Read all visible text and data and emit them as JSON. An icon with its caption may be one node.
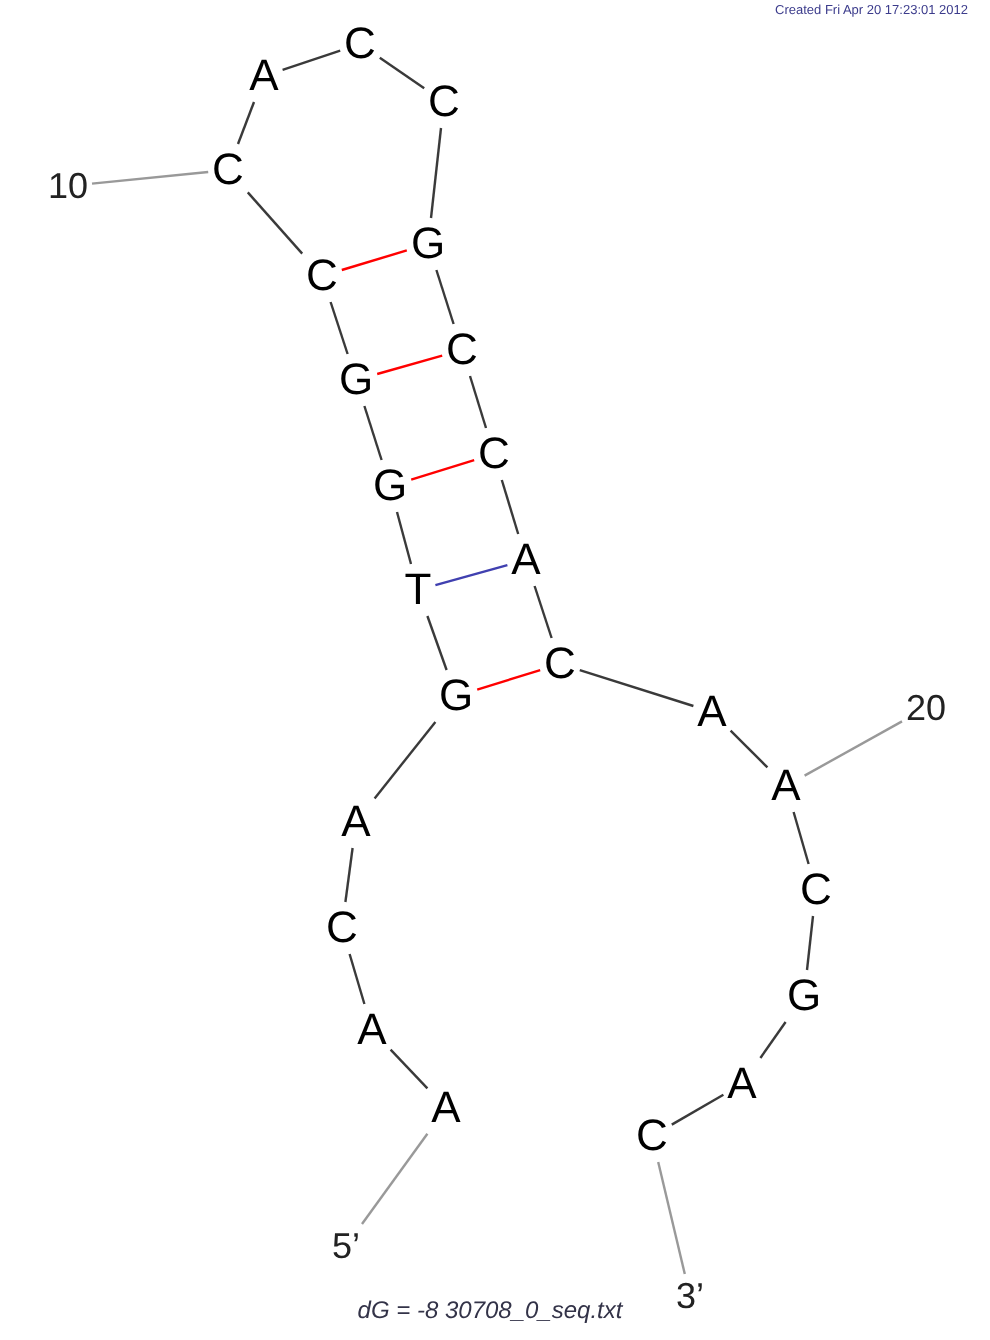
{
  "diagram": {
    "caption": "dG = -8 30708_0_seq.txt",
    "nodes": [
      {
        "text": [
          "A"
        ]
      },
      {
        "text": [
          "A"
        ]
      },
      {
        "text": [
          "C"
        ]
      },
      {
        "text": [
          "A"
        ]
      },
      {
        "text": [
          "G"
        ]
      },
      {
        "text": [
          "T"
        ]
      },
      {
        "text": [
          "G"
        ]
      },
      {
        "text": [
          "G"
        ]
      },
      {
        "text": [
          "C"
        ]
      },
      {
        "text": [
          "C"
        ]
      },
      {
        "text": [
          "A"
        ]
      },
      {
        "text": [
          "C"
        ]
      },
      {
        "text": [
          "C"
        ]
      },
      {
        "text": [
          "G"
        ]
      },
      {
        "text": [
          "C"
        ]
      },
      {
        "text": [
          "C"
        ]
      },
      {
        "text": [
          "A"
        ]
      },
      {
        "text": [
          "C"
        ]
      },
      {
        "text": [
          "A"
        ]
      },
      {
        "text": [
          "A"
        ]
      },
      {
        "text": [
          "C"
        ]
      },
      {
        "text": [
          "G"
        ]
      },
      {
        "text": [
          "A"
        ]
      },
      {
        "text": [
          "C"
        ]
      },
      {
        "text": [
          "10"
        ]
      },
      {
        "text": [
          "20"
        ]
      },
      {
        "text": [
          "5’"
        ]
      },
      {
        "text": [
          "3’"
        ]
      }
    ],
    "edges": [
      {
        "from": 0,
        "to": 1,
        "arrow": "none"
      },
      {
        "from": 1,
        "to": 2,
        "arrow": "none"
      },
      {
        "from": 2,
        "to": 3,
        "arrow": "none"
      },
      {
        "from": 3,
        "to": 4,
        "arrow": "none"
      },
      {
        "from": 4,
        "to": 5,
        "arrow": "none"
      },
      {
        "from": 5,
        "to": 6,
        "arrow": "none"
      },
      {
        "from": 6,
        "to": 7,
        "arrow": "none"
      },
      {
        "from": 7,
        "to": 8,
        "arrow": "none"
      },
      {
        "from": 8,
        "to": 9,
        "arrow": "none"
      },
      {
        "from": 9,
        "to": 10,
        "arrow": "none"
      },
      {
        "from": 10,
        "to": 11,
        "arrow": "none"
      },
      {
        "from": 11,
        "to": 12,
        "arrow": "none"
      },
      {
        "from": 12,
        "to": 13,
        "arrow": "none"
      },
      {
        "from": 13,
        "to": 14,
        "arrow": "none"
      },
      {
        "from": 14,
        "to": 15,
        "arrow": "none"
      },
      {
        "from": 15,
        "to": 16,
        "arrow": "none"
      },
      {
        "from": 16,
        "to": 17,
        "arrow": "none"
      },
      {
        "from": 17,
        "to": 18,
        "arrow": "none"
      },
      {
        "from": 18,
        "to": 19,
        "arrow": "none"
      },
      {
        "from": 19,
        "to": 20,
        "arrow": "none"
      },
      {
        "from": 20,
        "to": 21,
        "arrow": "none"
      },
      {
        "from": 21,
        "to": 22,
        "arrow": "none"
      },
      {
        "from": 22,
        "to": 23,
        "arrow": "none"
      },
      {
        "from": 8,
        "to": 13,
        "arrow": "none",
        "color": "#ff0000"
      },
      {
        "from": 7,
        "to": 14,
        "arrow": "none",
        "color": "#ff0000"
      },
      {
        "from": 6,
        "to": 15,
        "arrow": "none",
        "color": "#ff0000"
      },
      {
        "from": 5,
        "to": 16,
        "arrow": "none",
        "color": "#4040b0"
      },
      {
        "from": 4,
        "to": 17,
        "arrow": "none",
        "color": "#ff0000"
      },
      {
        "from": 24,
        "to": 9,
        "arrow": "none",
        "color": "#999999"
      },
      {
        "from": 25,
        "to": 19,
        "arrow": "none",
        "color": "#999999"
      },
      {
        "from": 26,
        "to": 0,
        "arrow": "none",
        "color": "#999999"
      },
      {
        "from": 27,
        "to": 23,
        "arrow": "none",
        "color": "#999999"
      }
    ],
    "labels": [
      "Created Fri Apr 20 17:23:01 2012"
    ]
  }
}
